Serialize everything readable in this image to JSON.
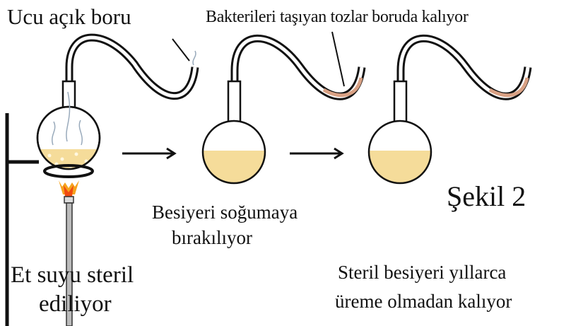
{
  "labels": {
    "open_tube": "Ucu açık boru",
    "dust_note": "Bakterileri taşıyan tozlar boruda kalıyor",
    "figure": "Şekil 2",
    "cooling_line1": "Besiyeri soğumaya",
    "cooling_line2": "bırakılıyor",
    "sterilize_line1": "Et suyu steril",
    "sterilize_line2": "ediliyor",
    "result_line1": "Steril besiyeri yıllarca",
    "result_line2": "üreme olmadan kalıyor"
  },
  "colors": {
    "broth": "#f5dc9a",
    "dust": "#d9a184",
    "flame": "#f04a10",
    "line": "#111111"
  }
}
